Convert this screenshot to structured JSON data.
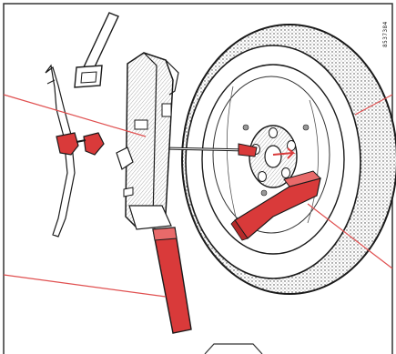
{
  "figure": {
    "reference_code": "8537384",
    "colors": {
      "line": "#1a1a1a",
      "highlight": "#d93a3a",
      "leader": "#e05050",
      "frame": "#333333",
      "shade": "#bdbdbd"
    },
    "parts": [
      {
        "name": "tire-wheel-assembly",
        "highlighted": false
      },
      {
        "name": "jack",
        "highlighted": false
      },
      {
        "name": "jack-crank-handle",
        "highlighted": true
      },
      {
        "name": "lug-wrench",
        "highlighted": true
      },
      {
        "name": "jack-lifting-pin",
        "highlighted": true
      },
      {
        "name": "jack-handle-clip",
        "highlighted": false
      }
    ]
  }
}
